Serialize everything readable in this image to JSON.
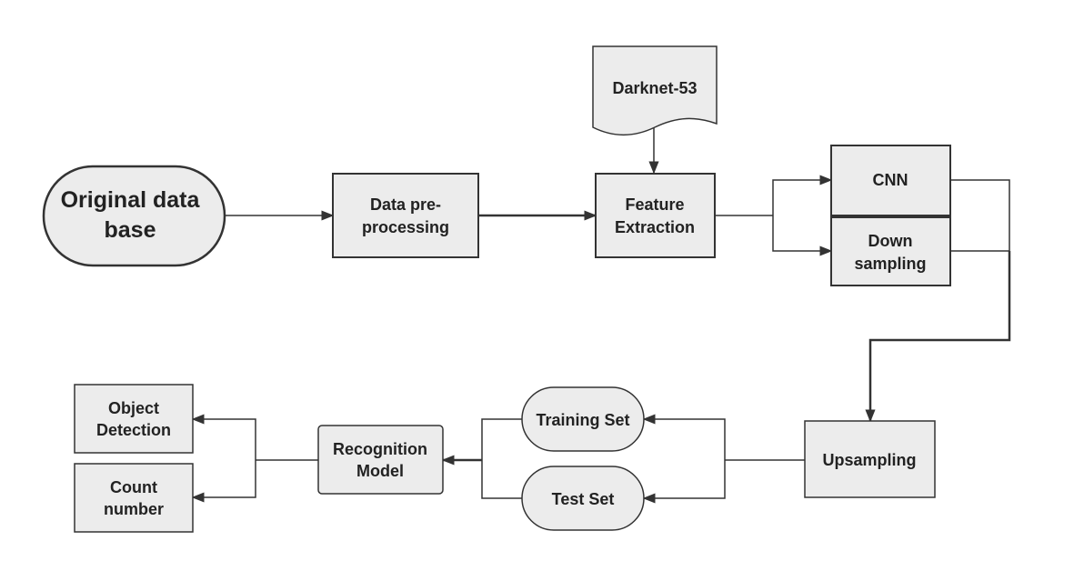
{
  "nodes": {
    "original_db": {
      "line1": "Original data",
      "line2": "base"
    },
    "preprocessing": {
      "line1": "Data pre-",
      "line2": "processing"
    },
    "darknet": {
      "label": "Darknet-53"
    },
    "feature_extraction": {
      "line1": "Feature",
      "line2": "Extraction"
    },
    "cnn": {
      "label": "CNN"
    },
    "down_sampling": {
      "line1": "Down",
      "line2": "sampling"
    },
    "upsampling": {
      "label": "Upsampling"
    },
    "training_set": {
      "label": "Training Set"
    },
    "test_set": {
      "label": "Test Set"
    },
    "recognition_model": {
      "line1": "Recognition",
      "line2": "Model"
    },
    "object_detection": {
      "line1": "Object",
      "line2": "Detection"
    },
    "count_number": {
      "line1": "Count",
      "line2": "number"
    }
  },
  "colors": {
    "node_fill": "#ececec",
    "stroke": "#333333",
    "text": "#222222"
  }
}
